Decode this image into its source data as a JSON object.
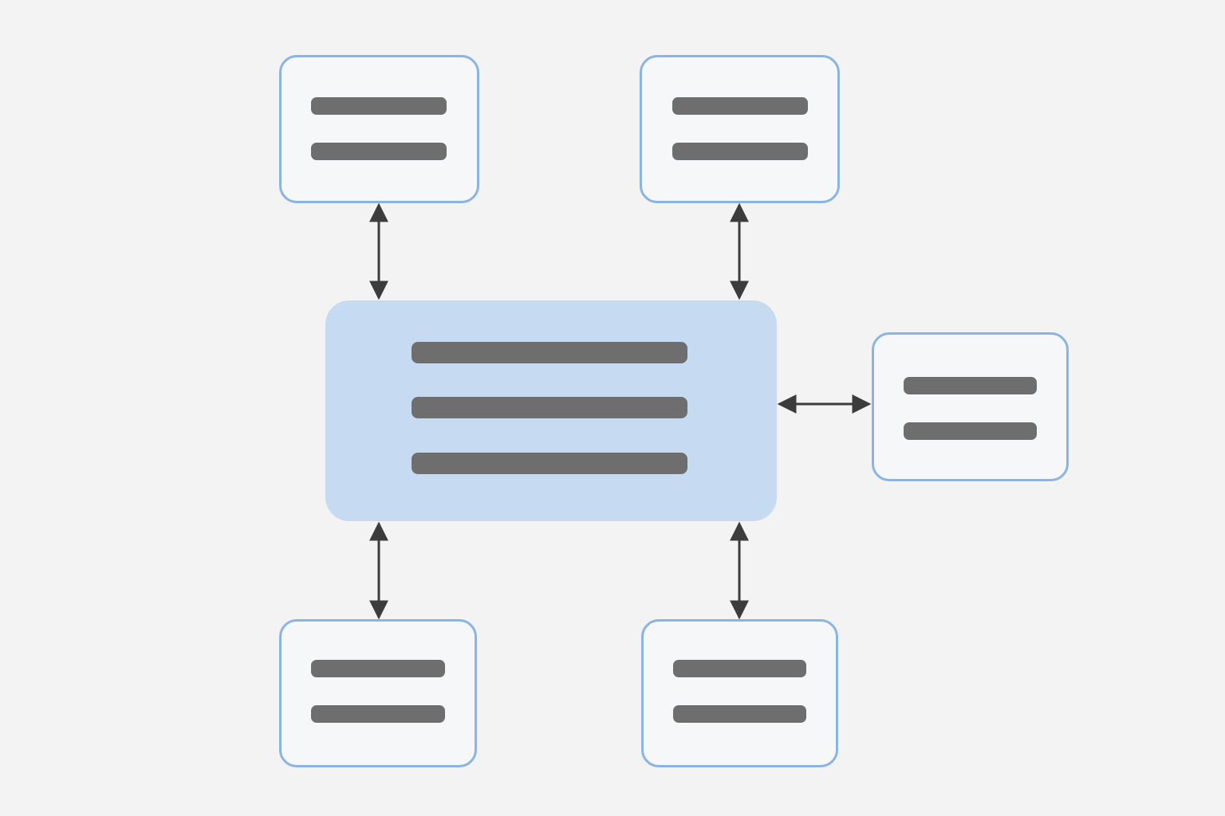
{
  "diagram": {
    "type": "hub-and-spoke",
    "hub": {
      "id": "hub",
      "placeholder_text_lines": 3
    },
    "satellites": [
      {
        "id": "top-left",
        "placeholder_text_lines": 2
      },
      {
        "id": "top-right",
        "placeholder_text_lines": 2
      },
      {
        "id": "right",
        "placeholder_text_lines": 2
      },
      {
        "id": "bottom-left",
        "placeholder_text_lines": 2
      },
      {
        "id": "bottom-right",
        "placeholder_text_lines": 2
      }
    ],
    "connections": [
      {
        "from": "hub",
        "to": "top-left",
        "direction": "bidirectional"
      },
      {
        "from": "hub",
        "to": "top-right",
        "direction": "bidirectional"
      },
      {
        "from": "hub",
        "to": "right",
        "direction": "bidirectional"
      },
      {
        "from": "hub",
        "to": "bottom-left",
        "direction": "bidirectional"
      },
      {
        "from": "hub",
        "to": "bottom-right",
        "direction": "bidirectional"
      }
    ],
    "colors": {
      "background": "#f3f3f3",
      "hub_fill": "#c6daf2",
      "node_border": "#8ab4e4",
      "placeholder_bar": "#6e6e6e",
      "connector": "#3c3c3c"
    }
  }
}
